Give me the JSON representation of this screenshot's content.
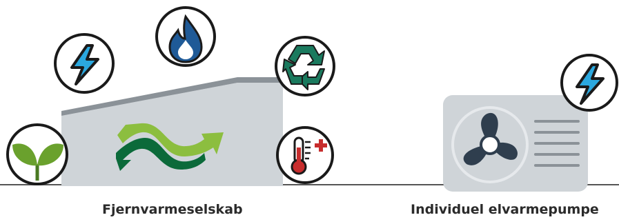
{
  "captions": {
    "district_heating": "Fjernvarmeselskab",
    "heat_pump": "Individuel elvarmepumpe"
  },
  "icons": {
    "plant": "leaf-icon",
    "electricity": "lightning-icon",
    "gas": "flame-icon",
    "recycle": "recycle-icon",
    "heat": "thermometer-plus-icon",
    "logo": "district-heating-logo"
  },
  "colors": {
    "building": "#cfd4d8",
    "roof": "#8b9298",
    "green_dark": "#0b6a3a",
    "green_light": "#8cbe3f",
    "electric_blue": "#2ba8df",
    "flame_blue": "#1f5a97",
    "recycle_teal": "#1a7a5e",
    "thermo_red": "#c72d2d",
    "fan_dark": "#2f3e4e"
  }
}
